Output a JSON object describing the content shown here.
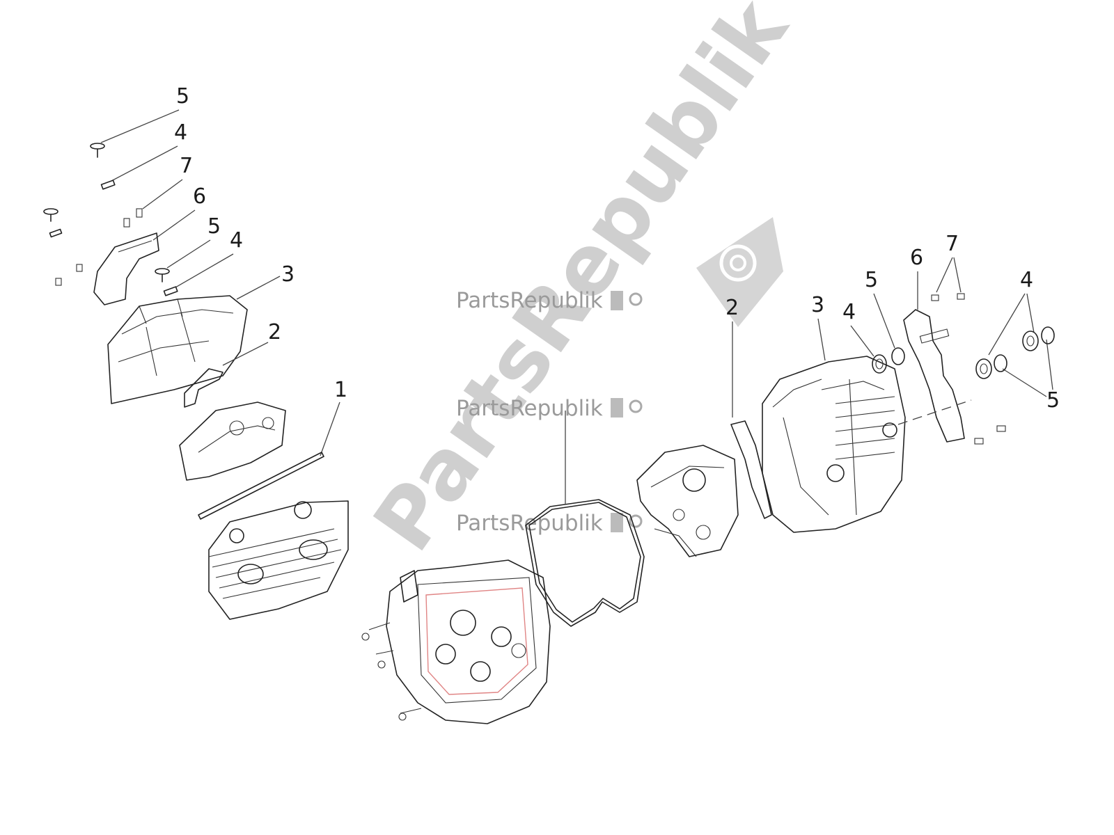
{
  "watermark": {
    "brand_text": "PartsRepublik",
    "big_text": "PartsRepublik"
  },
  "callouts": {
    "left_group": [
      "5",
      "4",
      "7",
      "6",
      "5",
      "4",
      "3",
      "2",
      "1"
    ],
    "right_group": [
      "2",
      "3",
      "4",
      "5",
      "6",
      "7",
      "4",
      "5"
    ]
  },
  "colors": {
    "line": "#222222",
    "accent_red": "#e08585",
    "watermark": "#cfcfcf"
  }
}
